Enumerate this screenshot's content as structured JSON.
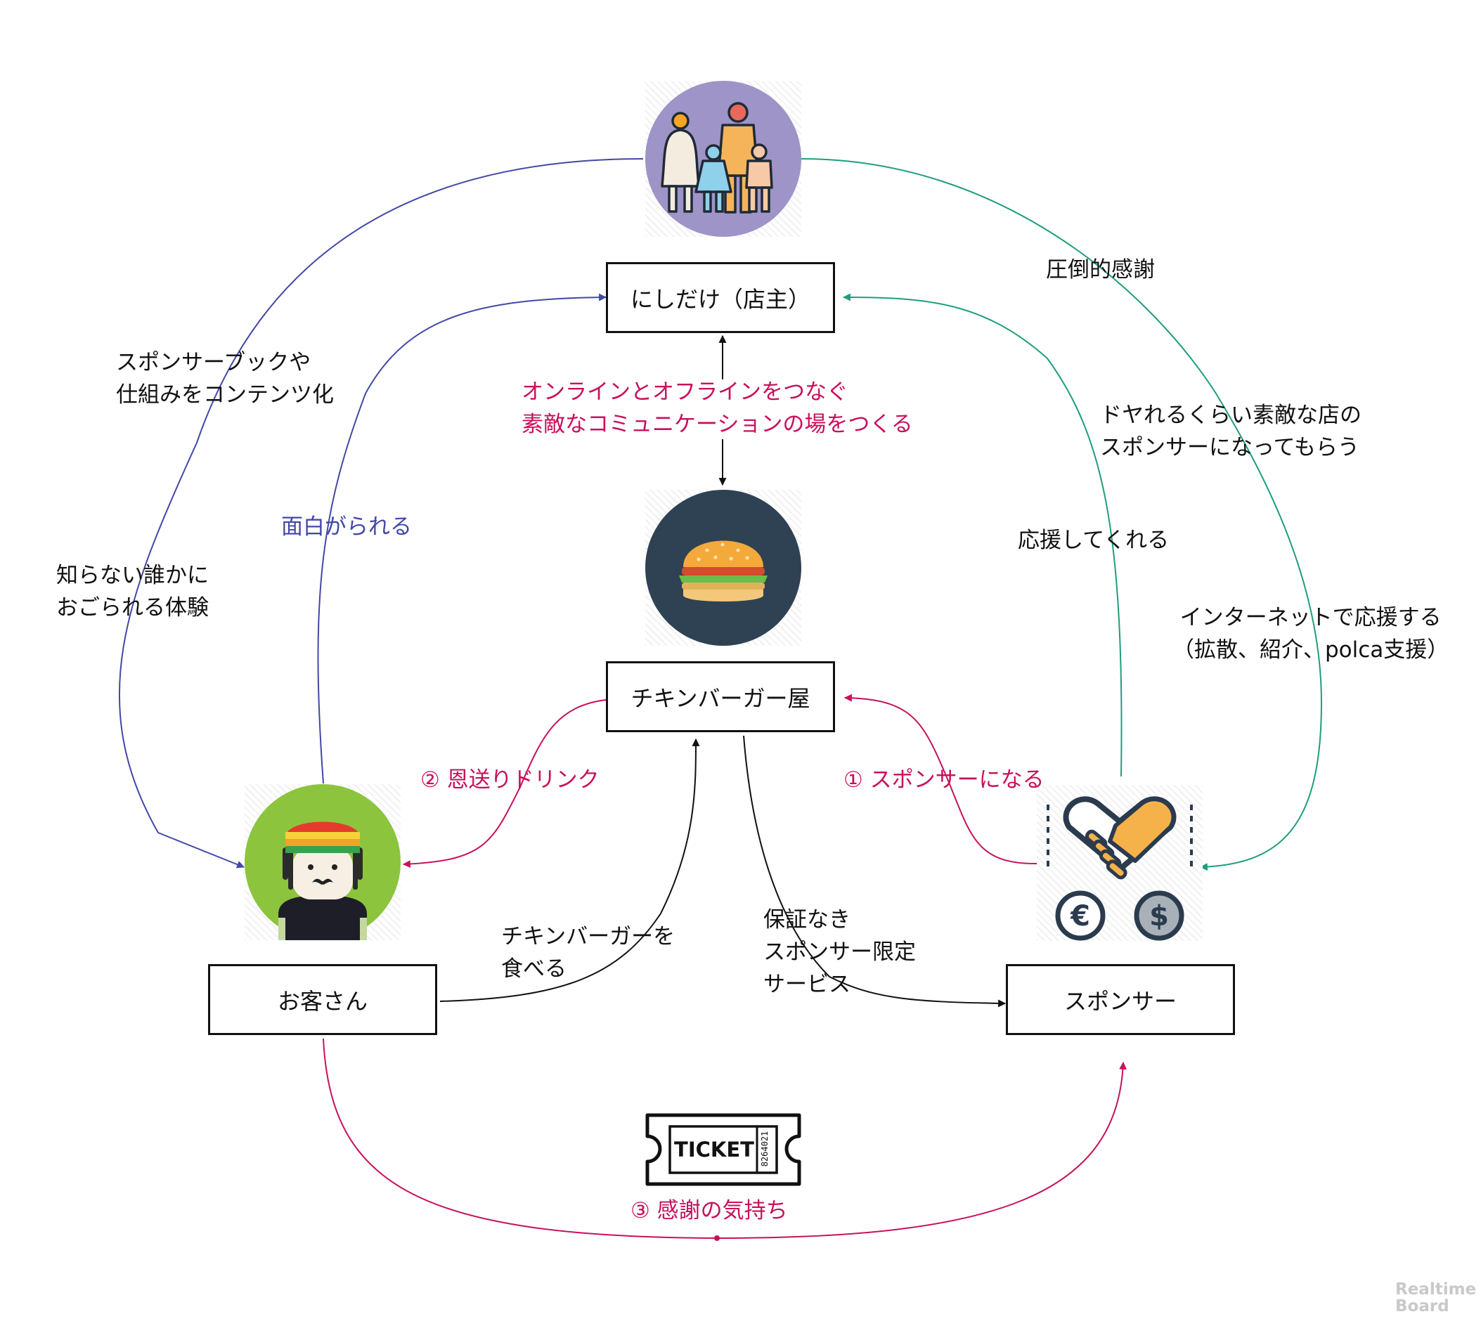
{
  "nodes": {
    "owner": "にしだけ（店主）",
    "shop": "チキンバーガー屋",
    "customer": "お客さん",
    "sponsor": "スポンサー"
  },
  "labels": {
    "concept": "オンラインとオフラインをつなぐ\n素敵なコミュニケーションの場をつくる",
    "content": "スポンサーブックや\n仕組みをコンテンツ化",
    "treat": "知らない誰かに\nおごられる体験",
    "interesting": "面白がられる",
    "gratitude_owner": "圧倒的感謝",
    "proud": "ドヤれるくらい素敵な店の\nスポンサーになってもらう",
    "support": "応援してくれる",
    "internet": "インターネットで応援する\n（拡散、紹介、polca支援）",
    "step1": "① スポンサーになる",
    "step2": "② 恩送りドリンク",
    "step3": "③ 感謝の気持ち",
    "eat": "チキンバーガーを\n食べる",
    "service": "保証なき\nスポンサー限定\nサービス",
    "ticket": "TICKET",
    "ticket_no": "8264021"
  },
  "watermark": "Realtime\nBoard",
  "colors": {
    "magenta": "#c8105c",
    "blue": "#4348a6",
    "teal": "#1e9e7f",
    "black": "#111111",
    "family_bg": "#9e94c7",
    "burger_bg": "#2f4254",
    "customer_bg": "#8cc43e"
  },
  "icons": {
    "family": "family-icon",
    "burger": "burger-icon",
    "customer": "rasta-customer-icon",
    "sponsor": "handshake-icon",
    "euro": "euro-coin-icon",
    "dollar": "dollar-coin-icon",
    "ticket": "ticket-icon"
  }
}
